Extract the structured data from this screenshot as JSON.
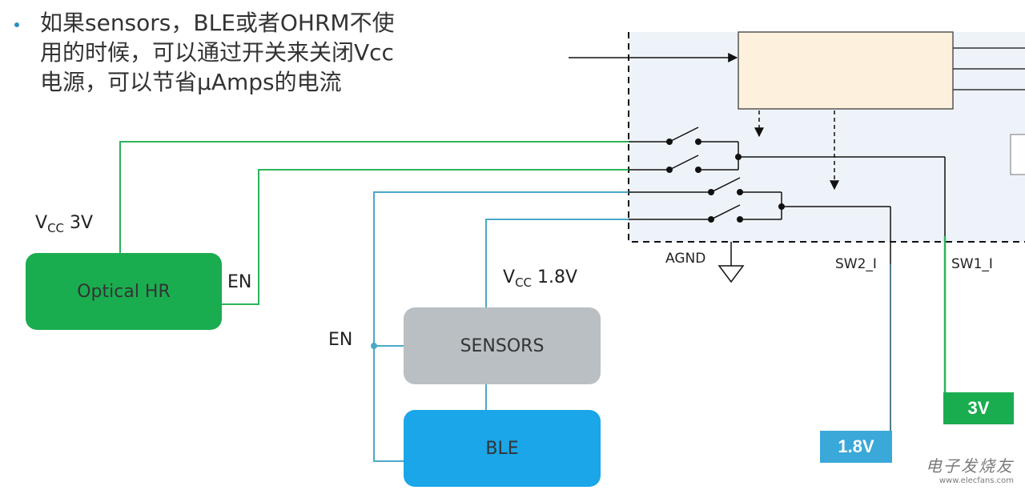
{
  "colors": {
    "green_line": "#2db35a",
    "blue_line": "#4aa8c8",
    "green_box": "#1aad4f",
    "gray_box": "#b9bfc3",
    "blue_box": "#1aa6e8",
    "tag_green": "#1aad4f",
    "tag_blue": "#3aa8d8",
    "chip_bg": "#eef3f9",
    "chip_block": "#fdf0dc"
  },
  "bullet": {
    "lines": [
      "如果sensors，BLE或者OHRM不使",
      "用的时候，可以通过开关来关闭Vcc",
      "电源，可以节省µAmps的电流"
    ]
  },
  "labels": {
    "vcc3v_main": "V",
    "vcc3v_sub": "CC",
    "vcc3v_val": " 3V",
    "vcc18_main": "V",
    "vcc18_sub": "CC",
    "vcc18_val": " 1.8V",
    "en_optical": "EN",
    "en_sensors": "EN",
    "agnd": "AGND",
    "sw2": "SW2_I",
    "sw1": "SW1_I"
  },
  "blocks": {
    "optical_hr": "Optical HR",
    "sensors": "SENSORS",
    "ble": "BLE"
  },
  "tags": {
    "v3": "3V",
    "v18": "1.8V"
  },
  "watermark": {
    "title": "电子发烧友",
    "url": "www.elecfans.com"
  }
}
